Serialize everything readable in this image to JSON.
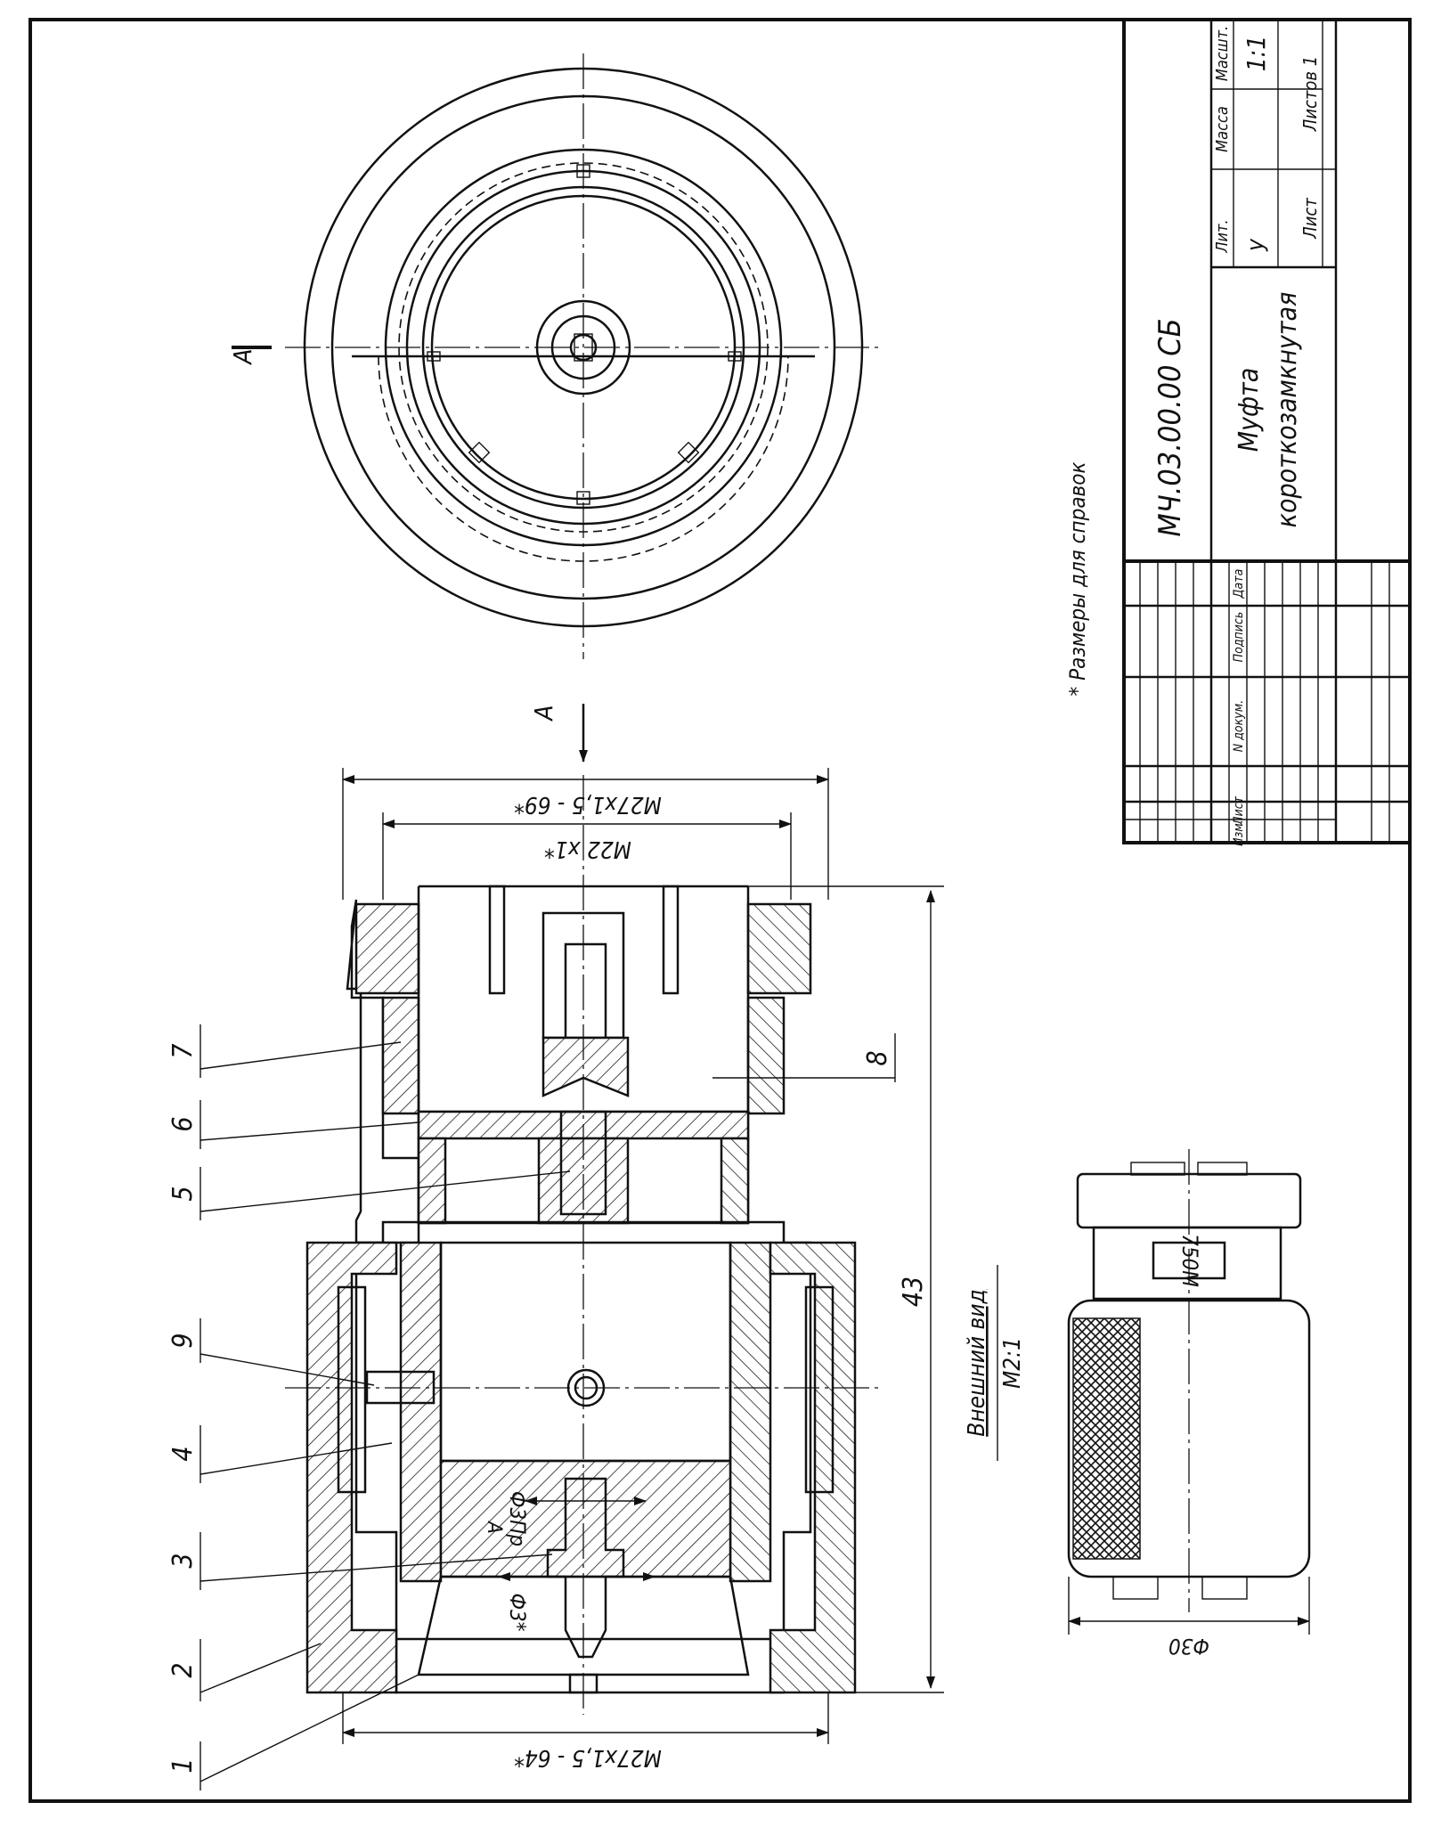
{
  "title_block": {
    "designation": "МЧ.03.00.00 СБ",
    "name_line1": "Муфта",
    "name_line2": "короткозамкнутая",
    "col_lit": "Лит.",
    "col_mass": "Масса",
    "col_scale": "Масшт.",
    "lit_value": "у",
    "scale_value": "1:1",
    "sheet_label": "Лист",
    "sheets_label": "Листов 1",
    "rev_labels": [
      "Изм.",
      "Лист",
      "N докум.",
      "Подпись",
      "Дата"
    ]
  },
  "note": "* Размеры для справок",
  "section_marks": {
    "top_left": "А",
    "arrow_label": "А",
    "section_sub": "А"
  },
  "dimensions": {
    "outer_thread_top": "M27x1,5 - 69*",
    "inner_thread_top": "M22 x1*",
    "outer_thread_bottom": "M27x1,5 - 64*",
    "length": "43",
    "bore_fit": "Ф3Пр",
    "pin_dia": "Ф3*",
    "ext_dia": "Ф30"
  },
  "leaders": [
    "1",
    "2",
    "3",
    "4",
    "5",
    "6",
    "7",
    "8",
    "9"
  ],
  "external_view": {
    "title": "Внешний вид",
    "scale": "М2:1",
    "marking": "750M"
  }
}
